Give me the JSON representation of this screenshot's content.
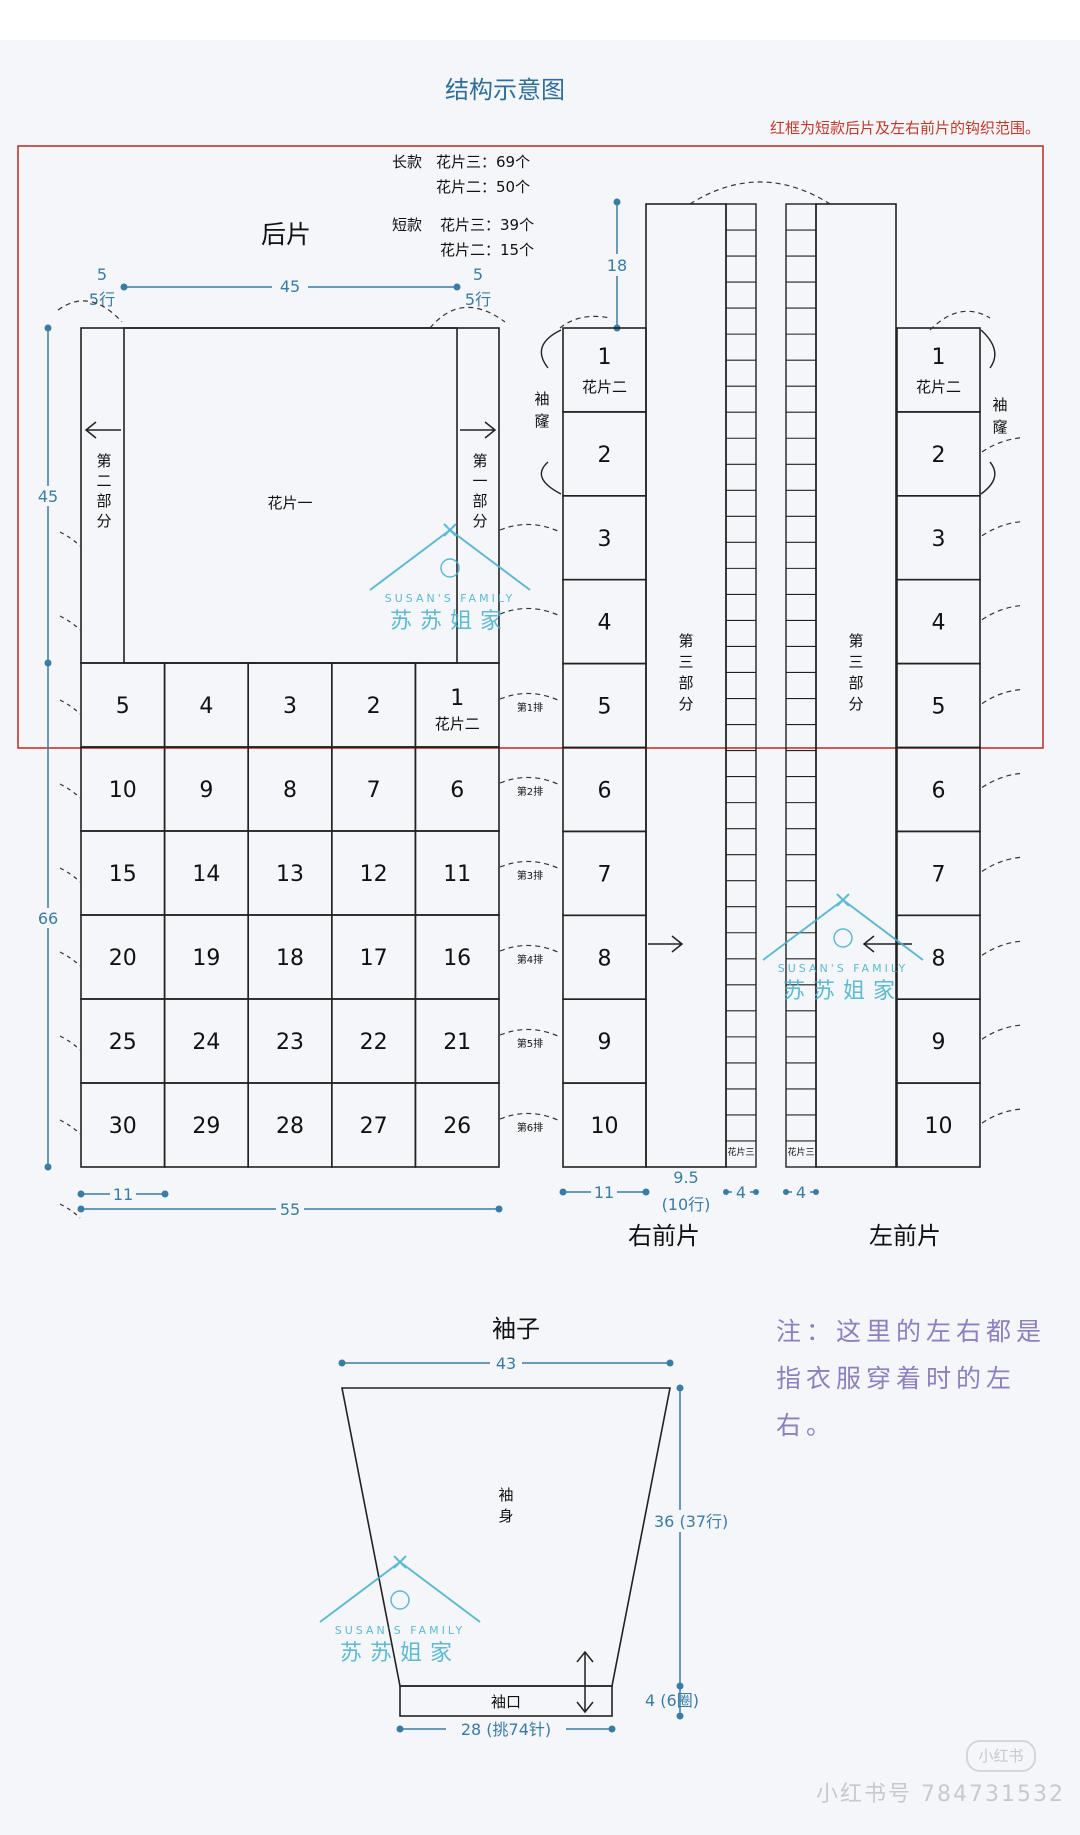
{
  "title": "结构示意图",
  "red_note": "红框为短款后片及左右前片的钩织范围。",
  "counts": {
    "long_label": "长款",
    "long_p3": "花片三：69个",
    "long_p2": "花片二：50个",
    "short_label": "短款",
    "short_p3": "花片三：39个",
    "short_p2": "花片二：15个"
  },
  "back": {
    "title": "后片",
    "edge_w": "5",
    "edge_rows": "5行",
    "center_w": "45",
    "side_label": "第二部分",
    "side_label_r": "第一部分",
    "panel_label": "花片一",
    "height_top": "45",
    "height_total": "66",
    "cell_w": "11",
    "width": "55",
    "rows": [
      [
        "5",
        "4",
        "3",
        "2",
        "1"
      ],
      [
        "10",
        "9",
        "8",
        "7",
        "6"
      ],
      [
        "15",
        "14",
        "13",
        "12",
        "11"
      ],
      [
        "20",
        "19",
        "18",
        "17",
        "16"
      ],
      [
        "25",
        "24",
        "23",
        "22",
        "21"
      ],
      [
        "30",
        "29",
        "28",
        "27",
        "26"
      ]
    ],
    "cell1_sub": "花片二",
    "row_labels": [
      "第1排",
      "第2排",
      "第3排",
      "第4排",
      "第5排",
      "第6排"
    ]
  },
  "front": {
    "right_title": "右前片",
    "left_title": "左前片",
    "armhole": "袖窿",
    "height_18": "18",
    "part3": "第三部分",
    "strip_label": "花片三",
    "cells": [
      "1",
      "2",
      "3",
      "4",
      "5",
      "6",
      "7",
      "8",
      "9",
      "10"
    ],
    "cell1_sub": "花片二",
    "dim_11": "11",
    "dim_9_5": "9.5",
    "dim_10rows": "(10行)",
    "dim_4a": "4",
    "dim_4b": "4"
  },
  "sleeve": {
    "title": "袖子",
    "top_w": "43",
    "body_label": "袖身",
    "height": "36 (37行)",
    "cuff_label": "袖口",
    "cuff_h": "4 (6圈)",
    "bottom_w": "28 (挑74针)"
  },
  "watermark": {
    "en": "SUSAN'S FAMILY",
    "cn": "苏苏姐家"
  },
  "note": "注：这里的左右都是指衣服穿着时的左右。",
  "footer": "小红书号 784731532",
  "footer_logo": "小红书",
  "colors": {
    "line": "#222222",
    "dim": "#3a7ca5",
    "red": "#c0392b",
    "teal": "#45b0c9",
    "note": "#8e7fbf"
  }
}
